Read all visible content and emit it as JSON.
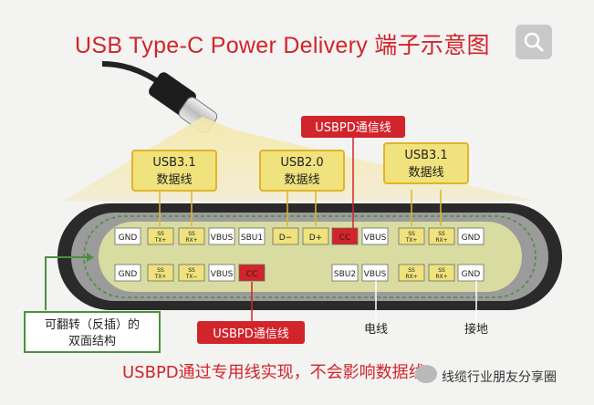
{
  "title": "USB Type-C Power Delivery 端子示意图",
  "search_icon": "search-zoom-icon",
  "tags": {
    "usb31_left": [
      "USB3.1",
      "数据线"
    ],
    "usb20": [
      "USB2.0",
      "数据线"
    ],
    "usb31_right": [
      "USB3.1",
      "数据线"
    ],
    "usbpd_top": "USBPD通信线",
    "usbpd_bottom": "USBPD通信线"
  },
  "top_row": [
    "GND",
    "SS TX+",
    "SS RX+",
    "VBUS",
    "SBU1",
    "D−",
    "D+",
    "CC",
    "VBUS",
    "SS TX+",
    "SS RX+",
    "GND"
  ],
  "bottom_row_left": [
    "GND",
    "SS TX+",
    "SS TX−",
    "VBUS",
    "CC"
  ],
  "bottom_row_right": [
    "SBU2",
    "VBUS",
    "SS RX+",
    "SS RX+",
    "GND"
  ],
  "reversible_note": [
    "可翻转（反插）的",
    "双面结构"
  ],
  "power_line_label": "电线",
  "ground_label": "接地",
  "footer": "USBPD通过专用线实现，不会影响数据线",
  "watermark": "线缆行业朋友分享圈",
  "colors": {
    "accent_red": "#d1242b",
    "yellow": "#f0e27c",
    "gold": "#e0b52a",
    "green": "#4c8f3f",
    "connector": "#2a2a2a"
  }
}
